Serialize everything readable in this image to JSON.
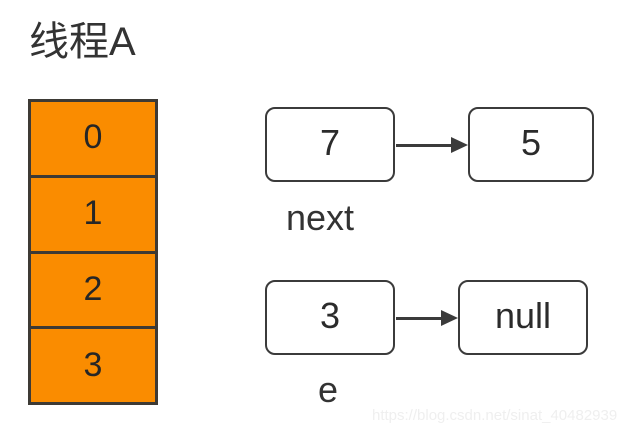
{
  "diagram": {
    "title": "线程A",
    "background_color": "#ffffff",
    "accent_color": "#FA8C00",
    "stroke_color": "#3d3a35",
    "node_stroke_color": "#3b3b3b",
    "text_color": "#333333"
  },
  "bucket_table": {
    "name": "hash-bucket-array",
    "cells": [
      {
        "index": "0"
      },
      {
        "index": "1"
      },
      {
        "index": "2"
      },
      {
        "index": "3"
      }
    ]
  },
  "linked_nodes": [
    {
      "caption": "next",
      "head_value": "7",
      "tail_value": "5",
      "arrow": "arrow-right"
    },
    {
      "caption": "e",
      "head_value": "3",
      "tail_value": "null",
      "arrow": "arrow-right"
    }
  ],
  "watermark": {
    "text": "https://blog.csdn.net/sinat_40482939"
  }
}
